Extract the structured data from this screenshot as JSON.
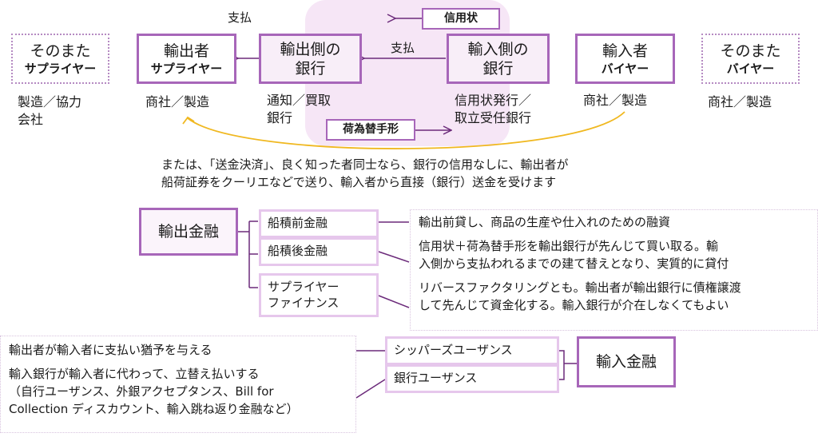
{
  "flow": {
    "payment_top": "支払",
    "payment_mid": "支払",
    "letter_of_credit": "信用状",
    "bill_of_exchange": "荷為替手形"
  },
  "parties": [
    {
      "title": "そのまた",
      "subtitle": "サプライヤー",
      "caption": [
        "製造／協力",
        "会社"
      ]
    },
    {
      "title": "輸出者",
      "subtitle": "サプライヤー",
      "caption": [
        "商社／製造"
      ]
    },
    {
      "title": "輸出側の",
      "subtitle": "銀行",
      "caption": [
        "通知／買取",
        "銀行"
      ]
    },
    {
      "title": "輸入側の",
      "subtitle": "銀行",
      "caption": [
        "信用状発行／",
        "取立受任銀行"
      ]
    },
    {
      "title": "輸入者",
      "subtitle": "バイヤー",
      "caption": [
        "商社／製造"
      ]
    },
    {
      "title": "そのまた",
      "subtitle": "バイヤー",
      "caption": [
        "商社／製造"
      ]
    }
  ],
  "remittance_note": [
    "または、「送金決済」、良く知った者同士なら、銀行の信用なしに、輸出者が",
    "船荷証券をクーリエなどで送り、輸入者から直接（銀行）送金を受けます"
  ],
  "export_finance": {
    "title": "輸出金融",
    "items": [
      {
        "label": [
          "船積前金融"
        ],
        "desc": [
          "輸出前貸し、商品の生産や仕入れのための融資"
        ]
      },
      {
        "label": [
          "船積後金融"
        ],
        "desc": [
          "信用状＋荷為替手形を輸出銀行が先んじて買い取る。輸",
          "入側から支払われるまでの建て替えとなり、実質的に貸付"
        ]
      },
      {
        "label": [
          "サプライヤー",
          "ファイナンス"
        ],
        "desc": [
          "リバースファクタリングとも。輸出者が輸出銀行に債権譲渡",
          "して先んじて資金化する。輸入銀行が介在しなくてもよい"
        ]
      }
    ]
  },
  "import_finance": {
    "title": "輸入金融",
    "items": [
      {
        "label": [
          "シッパーズユーザンス"
        ],
        "desc": [
          "輸出者が輸入者に支払い猶予を与える"
        ]
      },
      {
        "label": [
          "銀行ユーザンス"
        ],
        "desc": [
          "輸入銀行が輸入者に代わって、立替え払いする",
          "（自行ユーザンス、外銀アクセプタンス、Bill for",
          "Collection ディスカウント、輸入跳ね返り金融など）"
        ]
      }
    ]
  },
  "colors": {
    "accent": "#a766b9",
    "line": "#6b2a7a",
    "bank_bg": "#f6e6f6",
    "light_border": "#e6c7ec",
    "curve": "#f0b820"
  }
}
